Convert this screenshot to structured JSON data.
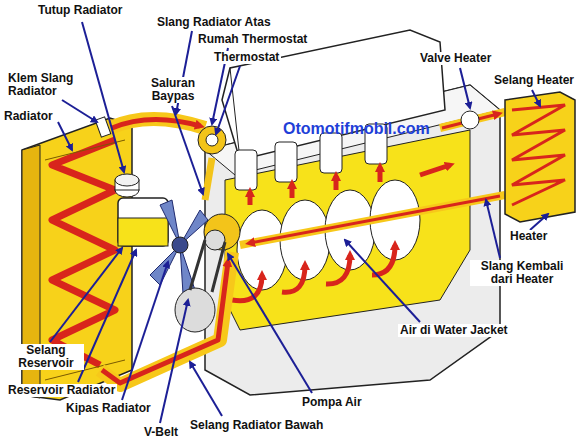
{
  "diagram": {
    "labels": [
      "Tutup Radiator",
      "Slang Radiator Atas",
      "Rumah Thermostat",
      "Thermostat",
      "Klem Slang Radiator",
      "Saluran Baypas",
      "Radiator",
      "Valve Heater",
      "Selang Heater",
      "Otomotifmobil.com",
      "Heater",
      "Slang Kembali dari Heater",
      "Air di Water Jacket",
      "Selang Reservoir",
      "Reservoir Radiator",
      "Kipas Radiator",
      "V-Belt",
      "Selang Radiator Bawah",
      "Pompa Air"
    ]
  }
}
